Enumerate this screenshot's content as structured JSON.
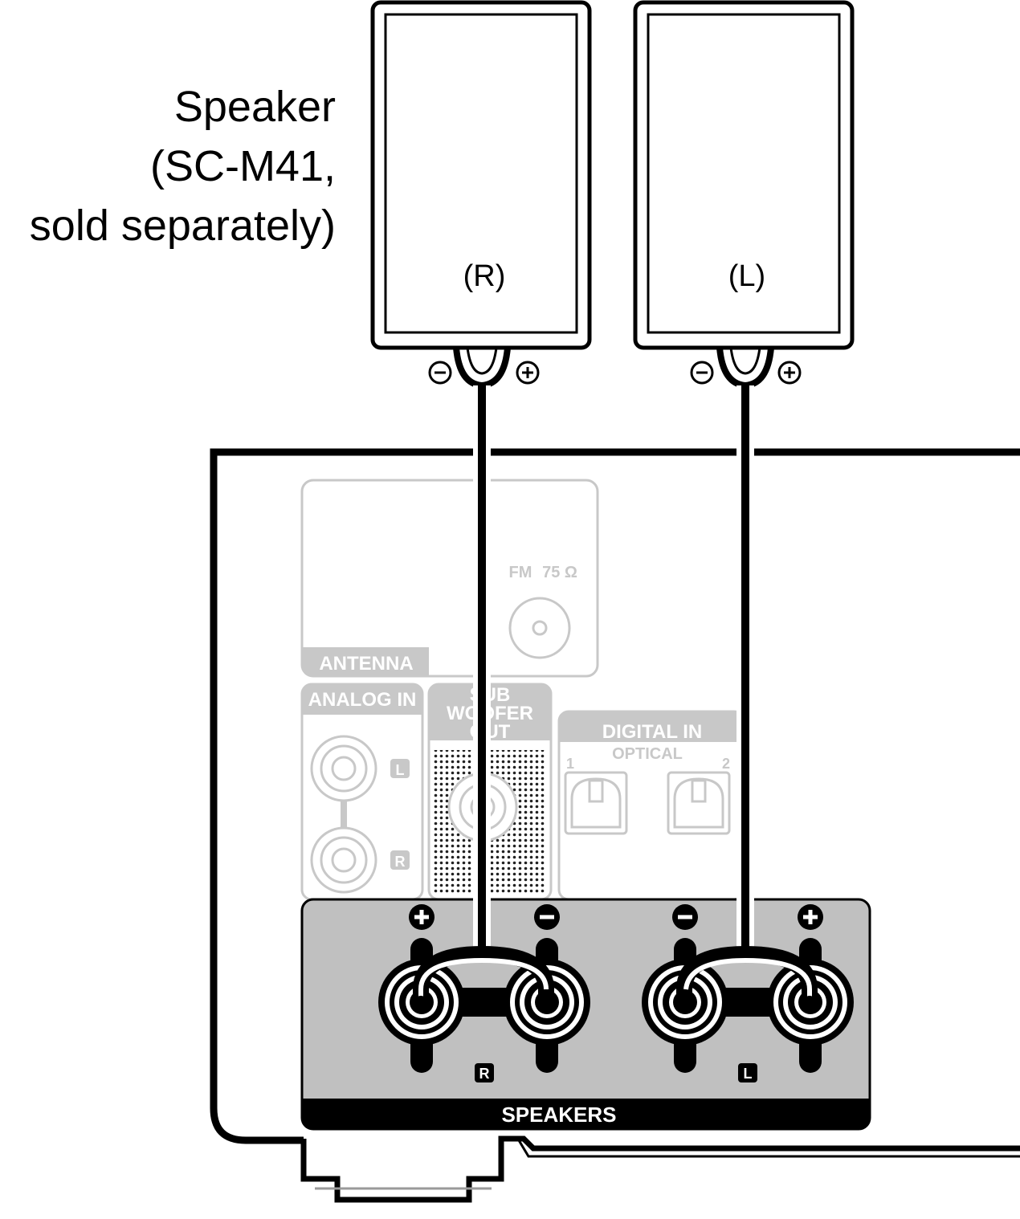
{
  "caption": {
    "line1": "Speaker",
    "line2": "(SC-M41,",
    "line3": "sold separately)"
  },
  "speakers": {
    "right_label": "(R)",
    "left_label": "(L)"
  },
  "rear_panel": {
    "antenna_label": "ANTENNA",
    "fm_label": "FM",
    "fm_impedance": "75 Ω",
    "analog_in_label": "ANALOG IN",
    "analog_l": "L",
    "analog_r": "R",
    "subwoofer_line1": "SUB",
    "subwoofer_line2": "WOOFER",
    "subwoofer_line3": "OUT",
    "digital_in_label": "DIGITAL IN",
    "optical_label": "OPTICAL",
    "optical_1": "1",
    "optical_2": "2",
    "speakers_label": "SPEAKERS",
    "channel_r": "R",
    "channel_l": "L"
  },
  "colors": {
    "line": "#000000",
    "faded_panel": "#c8c8c8",
    "terminal_panel": "#c0c0c0"
  }
}
